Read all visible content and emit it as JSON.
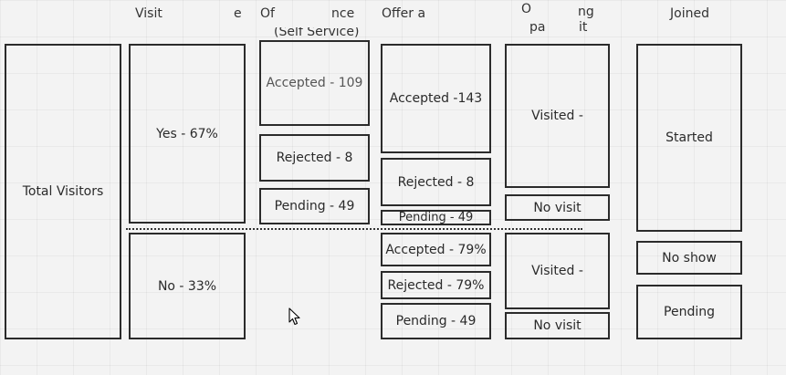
{
  "headers": {
    "visit": [
      "Visit",
      "e"
    ],
    "offer_acceptance": [
      "Of",
      "nce",
      "(Self Service)"
    ],
    "offer_admin": "Offer a",
    "onboarding_visit": [
      "O",
      "ng",
      "pa",
      "it"
    ],
    "joined": "Joined"
  },
  "boxes": {
    "total_visitors": "Total Visitors",
    "visit_yes": "Yes - 67%",
    "visit_no": "No - 33%",
    "ss_accepted": "Accepted - 109",
    "ss_rejected": "Rejected - 8",
    "ss_pending": "Pending - 49",
    "oa_accepted_top": "Accepted -143",
    "oa_rejected_top": "Rejected - 8",
    "oa_pending_top": "Pending - 49",
    "oa_accepted_bottom": "Accepted - 79%",
    "oa_rejected_bottom": "Rejected - 79%",
    "oa_pending_bottom": "Pending - 49",
    "ob_visited_top": "Visited -",
    "ob_no_visit_top": "No visit",
    "ob_visited_bottom": "Visited -",
    "ob_no_visit_bottom": "No visit",
    "joined_started": "Started",
    "joined_no_show": "No show",
    "joined_pending": "Pending"
  },
  "colors": {
    "background": "#f3f3f3",
    "border": "#2b2b2b",
    "text": "#2a2a2a"
  },
  "icons": {
    "cursor": "arrow-cursor-icon"
  }
}
